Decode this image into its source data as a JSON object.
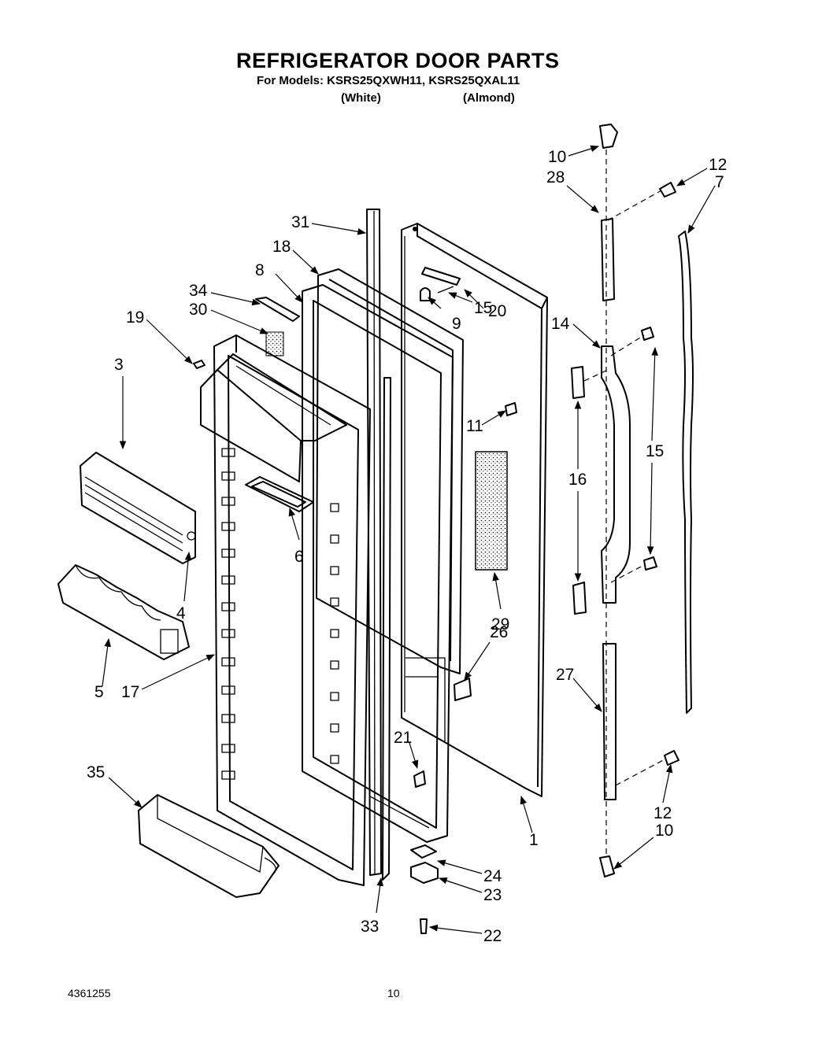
{
  "header": {
    "title": "REFRIGERATOR DOOR PARTS",
    "models_line": "For Models: KSRS25QXWH11, KSRS25QXAL11",
    "variant_white": "(White)",
    "variant_almond": "(Almond)"
  },
  "footer": {
    "doc_number": "4361255",
    "page_number": "10"
  },
  "callouts": [
    "10",
    "28",
    "12",
    "7",
    "31",
    "18",
    "20",
    "9",
    "15",
    "34",
    "8",
    "30",
    "19",
    "14",
    "11",
    "3",
    "15",
    "16",
    "6",
    "4",
    "29",
    "26",
    "5",
    "17",
    "27",
    "21",
    "35",
    "12",
    "10",
    "1",
    "24",
    "23",
    "33",
    "22"
  ]
}
